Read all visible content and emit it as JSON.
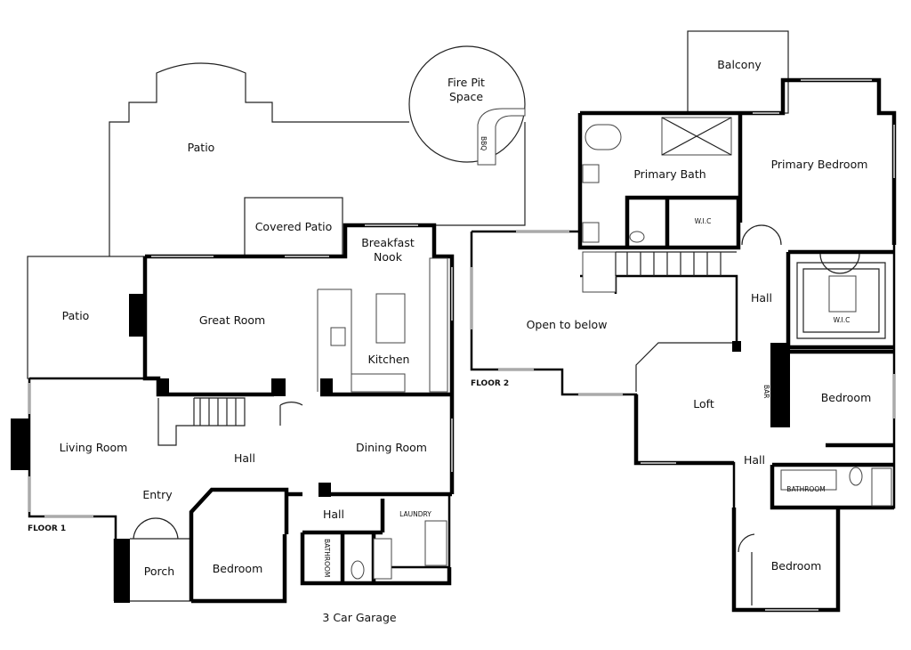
{
  "floor1": {
    "label": "FLOOR 1",
    "rooms": {
      "patio_main": "Patio",
      "fire_pit_line1": "Fire Pit",
      "fire_pit_line2": "Space",
      "bbq": "BBQ",
      "covered_patio": "Covered Patio",
      "breakfast_line1": "Breakfast",
      "breakfast_line2": "Nook",
      "patio_side": "Patio",
      "great_room": "Great Room",
      "kitchen": "Kitchen",
      "living_room": "Living Room",
      "hall": "Hall",
      "dining_room": "Dining Room",
      "entry": "Entry",
      "hall_lower": "Hall",
      "laundry": "LAUNDRY",
      "bathroom": "BATHROOM",
      "porch": "Porch",
      "bedroom": "Bedroom",
      "garage": "3 Car Garage"
    }
  },
  "floor2": {
    "label": "FLOOR 2",
    "rooms": {
      "balcony": "Balcony",
      "primary_bath": "Primary Bath",
      "primary_bedroom": "Primary Bedroom",
      "wic_small": "W.I.C",
      "hall_upper": "Hall",
      "wic_large": "W.I.C",
      "open_below": "Open to below",
      "bar": "BAR",
      "bedroom_right": "Bedroom",
      "loft": "Loft",
      "hall_lower": "Hall",
      "bathroom": "BATHROOM",
      "bedroom_bottom": "Bedroom"
    }
  }
}
